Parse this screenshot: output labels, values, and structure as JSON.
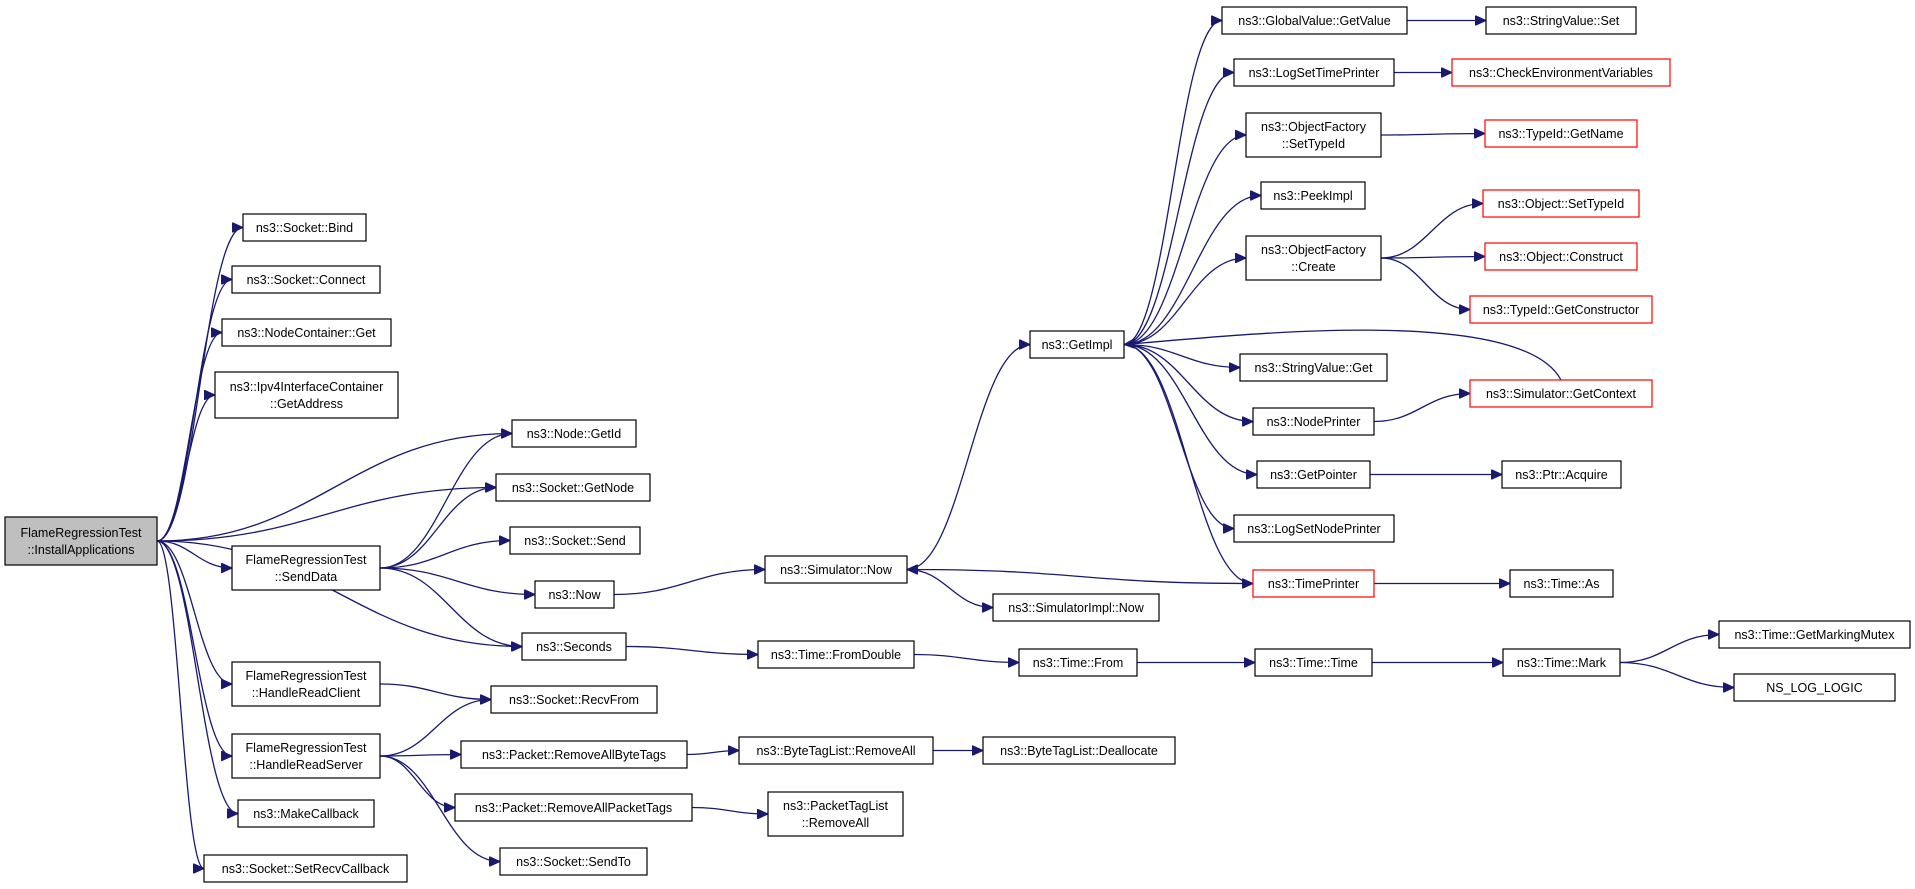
{
  "colors": {
    "edge": "#191970",
    "root_fill": "#bfbfbf",
    "normal_border": "#000000",
    "truncated_border": "#ff0000"
  },
  "nodes": [
    {
      "id": "root",
      "lines": [
        "FlameRegressionTest",
        "::InstallApplications"
      ],
      "style": "root"
    },
    {
      "id": "bind",
      "lines": [
        "ns3::Socket::Bind"
      ]
    },
    {
      "id": "connect",
      "lines": [
        "ns3::Socket::Connect"
      ]
    },
    {
      "id": "ncget",
      "lines": [
        "ns3::NodeContainer::Get"
      ]
    },
    {
      "id": "ipv4addr",
      "lines": [
        "ns3::Ipv4InterfaceContainer",
        "::GetAddress"
      ]
    },
    {
      "id": "nodegetid",
      "lines": [
        "ns3::Node::GetId"
      ]
    },
    {
      "id": "socketgetnode",
      "lines": [
        "ns3::Socket::GetNode"
      ]
    },
    {
      "id": "sendData",
      "lines": [
        "FlameRegressionTest",
        "::SendData"
      ]
    },
    {
      "id": "socketsend",
      "lines": [
        "ns3::Socket::Send"
      ]
    },
    {
      "id": "now",
      "lines": [
        "ns3::Now"
      ]
    },
    {
      "id": "seconds",
      "lines": [
        "ns3::Seconds"
      ]
    },
    {
      "id": "readClient",
      "lines": [
        "FlameRegressionTest",
        "::HandleReadClient"
      ]
    },
    {
      "id": "recvfrom",
      "lines": [
        "ns3::Socket::RecvFrom"
      ]
    },
    {
      "id": "readServer",
      "lines": [
        "FlameRegressionTest",
        "::HandleReadServer"
      ]
    },
    {
      "id": "rmByteTags",
      "lines": [
        "ns3::Packet::RemoveAllByteTags"
      ]
    },
    {
      "id": "rmPacketTags",
      "lines": [
        "ns3::Packet::RemoveAllPacketTags"
      ]
    },
    {
      "id": "sendto",
      "lines": [
        "ns3::Socket::SendTo"
      ]
    },
    {
      "id": "makecb",
      "lines": [
        "ns3::MakeCallback"
      ]
    },
    {
      "id": "setrecvcb",
      "lines": [
        "ns3::Socket::SetRecvCallback"
      ]
    },
    {
      "id": "simnow",
      "lines": [
        "ns3::Simulator::Now"
      ]
    },
    {
      "id": "fromdouble",
      "lines": [
        "ns3::Time::FromDouble"
      ]
    },
    {
      "id": "btlRemoveAll",
      "lines": [
        "ns3::ByteTagList::RemoveAll"
      ]
    },
    {
      "id": "ptlRemoveAll",
      "lines": [
        "ns3::PacketTagList",
        "::RemoveAll"
      ]
    },
    {
      "id": "getimpl",
      "lines": [
        "ns3::GetImpl"
      ]
    },
    {
      "id": "simimplnow",
      "lines": [
        "ns3::SimulatorImpl::Now"
      ]
    },
    {
      "id": "timefrom",
      "lines": [
        "ns3::Time::From"
      ]
    },
    {
      "id": "btlDealloc",
      "lines": [
        "ns3::ByteTagList::Deallocate"
      ]
    },
    {
      "id": "gvgetvalue",
      "lines": [
        "ns3::GlobalValue::GetValue"
      ]
    },
    {
      "id": "logsettp",
      "lines": [
        "ns3::LogSetTimePrinter"
      ]
    },
    {
      "id": "ofsettypeid",
      "lines": [
        "ns3::ObjectFactory",
        "::SetTypeId"
      ]
    },
    {
      "id": "peekimpl",
      "lines": [
        "ns3::PeekImpl"
      ]
    },
    {
      "id": "ofcreate",
      "lines": [
        "ns3::ObjectFactory",
        "::Create"
      ]
    },
    {
      "id": "svget",
      "lines": [
        "ns3::StringValue::Get"
      ]
    },
    {
      "id": "nodeprinter",
      "lines": [
        "ns3::NodePrinter"
      ]
    },
    {
      "id": "getpointer",
      "lines": [
        "ns3::GetPointer"
      ]
    },
    {
      "id": "logsetnp",
      "lines": [
        "ns3::LogSetNodePrinter"
      ]
    },
    {
      "id": "timeprinter",
      "lines": [
        "ns3::TimePrinter"
      ],
      "style": "red"
    },
    {
      "id": "timetime",
      "lines": [
        "ns3::Time::Time"
      ]
    },
    {
      "id": "svset",
      "lines": [
        "ns3::StringValue::Set"
      ]
    },
    {
      "id": "checkenv",
      "lines": [
        "ns3::CheckEnvironmentVariables"
      ],
      "style": "red"
    },
    {
      "id": "typeidgetname",
      "lines": [
        "ns3::TypeId::GetName"
      ],
      "style": "red"
    },
    {
      "id": "objsettypeid",
      "lines": [
        "ns3::Object::SetTypeId"
      ],
      "style": "red"
    },
    {
      "id": "objconstruct",
      "lines": [
        "ns3::Object::Construct"
      ],
      "style": "red"
    },
    {
      "id": "typeidgetctor",
      "lines": [
        "ns3::TypeId::GetConstructor"
      ],
      "style": "red"
    },
    {
      "id": "simgetctx",
      "lines": [
        "ns3::Simulator::GetContext"
      ],
      "style": "red"
    },
    {
      "id": "ptracquire",
      "lines": [
        "ns3::Ptr::Acquire"
      ]
    },
    {
      "id": "timeas",
      "lines": [
        "ns3::Time::As"
      ]
    },
    {
      "id": "timemark",
      "lines": [
        "ns3::Time::Mark"
      ]
    },
    {
      "id": "getmarkingmutex",
      "lines": [
        "ns3::Time::GetMarkingMutex"
      ]
    },
    {
      "id": "nslogic",
      "lines": [
        "NS_LOG_LOGIC"
      ]
    }
  ],
  "edges": [
    [
      "root",
      "bind"
    ],
    [
      "root",
      "connect"
    ],
    [
      "root",
      "ncget"
    ],
    [
      "root",
      "ipv4addr"
    ],
    [
      "root",
      "nodegetid"
    ],
    [
      "root",
      "socketgetnode"
    ],
    [
      "root",
      "sendData"
    ],
    [
      "root",
      "seconds"
    ],
    [
      "root",
      "readClient"
    ],
    [
      "root",
      "readServer"
    ],
    [
      "root",
      "makecb"
    ],
    [
      "root",
      "setrecvcb"
    ],
    [
      "sendData",
      "nodegetid"
    ],
    [
      "sendData",
      "socketgetnode"
    ],
    [
      "sendData",
      "socketsend"
    ],
    [
      "sendData",
      "now"
    ],
    [
      "sendData",
      "seconds"
    ],
    [
      "readClient",
      "recvfrom"
    ],
    [
      "readServer",
      "recvfrom"
    ],
    [
      "readServer",
      "rmByteTags"
    ],
    [
      "readServer",
      "rmPacketTags"
    ],
    [
      "readServer",
      "sendto"
    ],
    [
      "now",
      "simnow"
    ],
    [
      "seconds",
      "fromdouble"
    ],
    [
      "rmByteTags",
      "btlRemoveAll"
    ],
    [
      "rmPacketTags",
      "ptlRemoveAll"
    ],
    [
      "simnow",
      "getimpl"
    ],
    [
      "simnow",
      "simimplnow"
    ],
    [
      "fromdouble",
      "timefrom"
    ],
    [
      "btlRemoveAll",
      "btlDealloc"
    ],
    [
      "getimpl",
      "gvgetvalue"
    ],
    [
      "getimpl",
      "logsettp"
    ],
    [
      "getimpl",
      "ofsettypeid"
    ],
    [
      "getimpl",
      "peekimpl"
    ],
    [
      "getimpl",
      "ofcreate"
    ],
    [
      "getimpl",
      "svget"
    ],
    [
      "getimpl",
      "nodeprinter"
    ],
    [
      "getimpl",
      "getpointer"
    ],
    [
      "getimpl",
      "logsetnp"
    ],
    [
      "getimpl",
      "timeprinter"
    ],
    [
      "timefrom",
      "timetime"
    ],
    [
      "gvgetvalue",
      "svset"
    ],
    [
      "logsettp",
      "checkenv"
    ],
    [
      "ofsettypeid",
      "typeidgetname"
    ],
    [
      "ofcreate",
      "objsettypeid"
    ],
    [
      "ofcreate",
      "objconstruct"
    ],
    [
      "ofcreate",
      "typeidgetctor"
    ],
    [
      "nodeprinter",
      "simgetctx"
    ],
    [
      "simgetctx",
      "getimpl"
    ],
    [
      "getpointer",
      "ptracquire"
    ],
    [
      "timeprinter",
      "timeas"
    ],
    [
      "timeprinter",
      "simnow"
    ],
    [
      "timetime",
      "timemark"
    ],
    [
      "timemark",
      "getmarkingmutex"
    ],
    [
      "timemark",
      "nslogic"
    ]
  ]
}
